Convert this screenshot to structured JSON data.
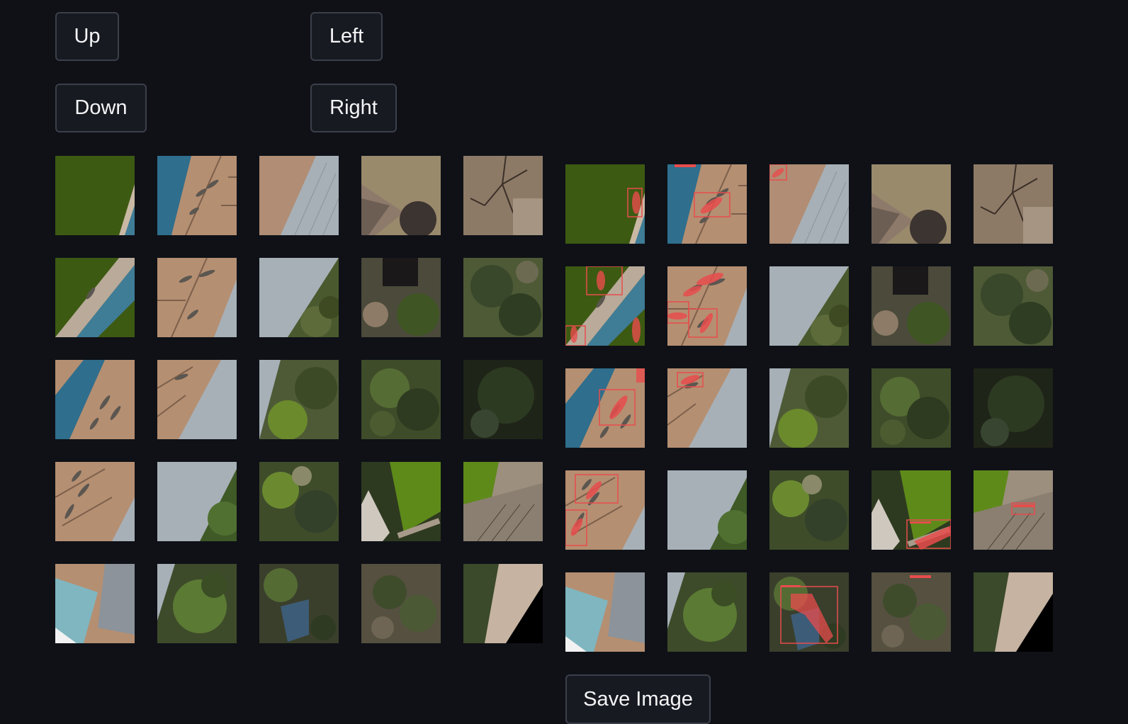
{
  "controls": {
    "up_label": "Up",
    "down_label": "Down",
    "left_label": "Left",
    "right_label": "Right",
    "save_label": "Save Image"
  },
  "colors": {
    "background": "#0f1117",
    "button_bg": "#171a21",
    "button_border": "#3b3f4a",
    "button_text": "#f5f5f7",
    "detection_red": "#e84c4c"
  },
  "grids": {
    "original_tiles": 25,
    "detection_tiles": 25
  }
}
